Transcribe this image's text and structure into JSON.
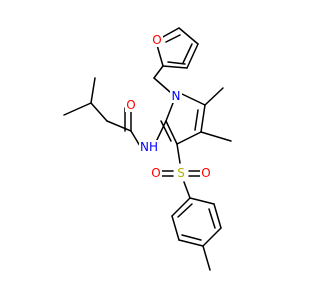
{
  "molecule": {
    "colors": {
      "bond": "#000000",
      "oxygen": "#ff0000",
      "nitrogen": "#0000ff",
      "sulfur": "#b2b200",
      "background": "#ffffff"
    },
    "atom_labels": {
      "furan_o": "O",
      "amide_o": "O",
      "pyrrole_n": "N",
      "amide_n": "NH",
      "sulfur": "S",
      "sulfonyl_o_left": "O",
      "sulfonyl_o_right": "O"
    }
  }
}
